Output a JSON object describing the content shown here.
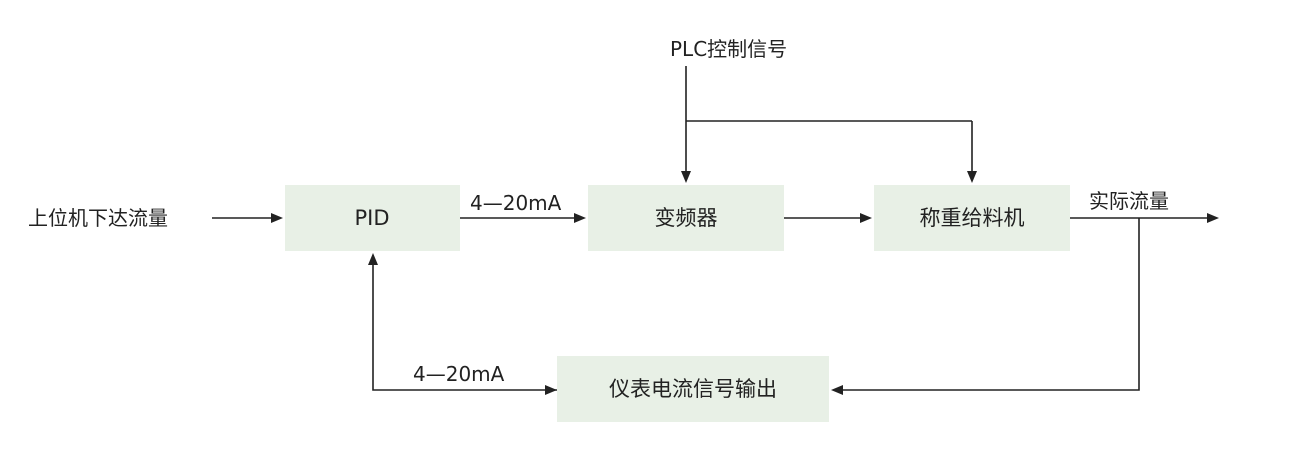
{
  "diagram": {
    "nodes": {
      "pid": "PID",
      "inverter": "变频器",
      "feeder": "称重给料机",
      "meter_output": "仪表电流信号输出"
    },
    "labels": {
      "setpoint_input": "上位机下达流量",
      "plc_signal": "PLC控制信号",
      "pid_to_inverter": "4—20mA",
      "actual_flow": "实际流量",
      "feedback_current": "4—20mA"
    },
    "colors": {
      "box_fill": "#e8f0e6",
      "line": "#222222",
      "text": "#222222"
    }
  }
}
